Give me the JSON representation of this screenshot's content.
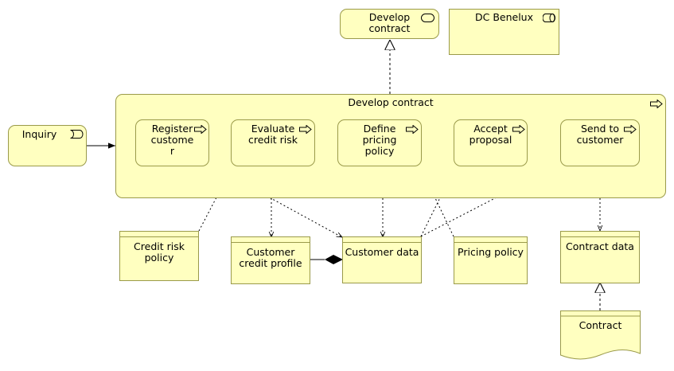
{
  "diagram": {
    "service": {
      "label": "Develop\ncontract"
    },
    "actor": {
      "label": "DC Benelux"
    },
    "event": {
      "label": "Inquiry"
    },
    "process": {
      "label": "Develop contract"
    },
    "steps": [
      {
        "label": "Register\ncustome\nr"
      },
      {
        "label": "Evaluate\ncredit risk"
      },
      {
        "label": "Define\npricing\npolicy"
      },
      {
        "label": "Accept\nproposal"
      },
      {
        "label": "Send to\ncustomer"
      }
    ],
    "objects": {
      "credit_risk_policy": "Credit risk\npolicy",
      "customer_credit_profile": "Customer\ncredit profile",
      "customer_data": "Customer data",
      "pricing_policy": "Pricing policy",
      "contract_data": "Contract data"
    },
    "representation": {
      "label": "Contract"
    }
  },
  "colors": {
    "fill": "#ffffc0",
    "border": "#9a9a4a",
    "line": "#000000"
  },
  "icons": {
    "service": "service-pill-icon",
    "actor": "role-cylinder-icon",
    "event": "event-icon",
    "process": "process-arrow-icon"
  }
}
